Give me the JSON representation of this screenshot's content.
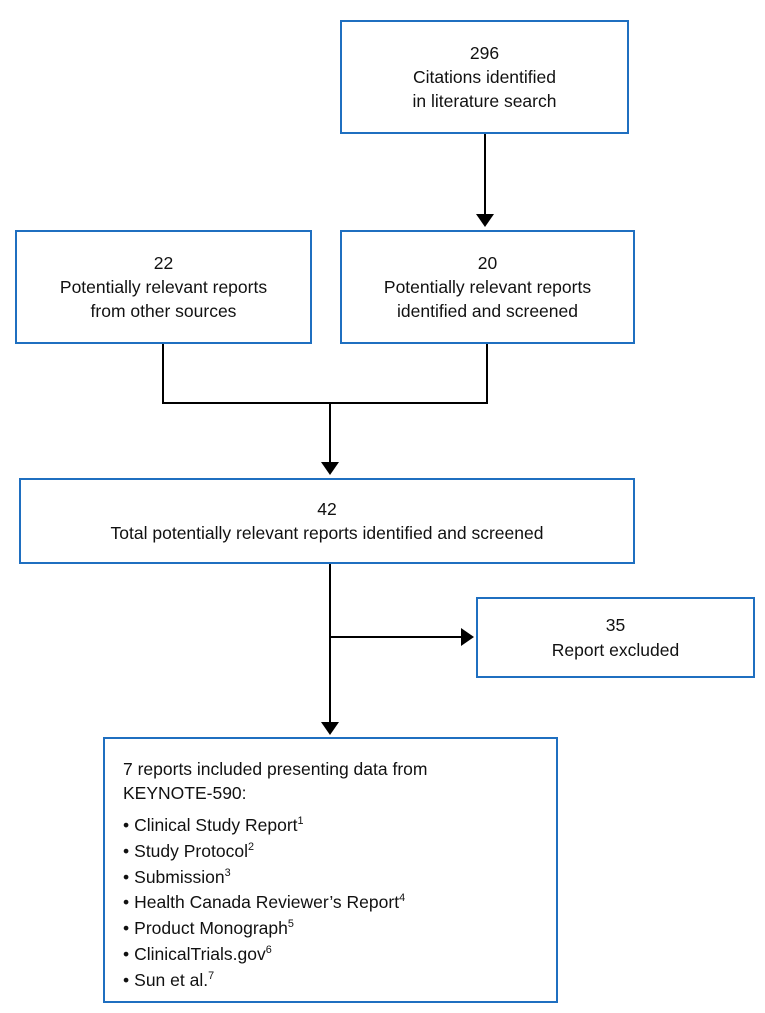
{
  "diagram": {
    "type": "prisma-flow-diagram",
    "accent_color": "#1F6FC0",
    "connector_color": "#000000",
    "background_color": "#FFFFFF",
    "nodes": {
      "citations_identified": {
        "count": "296",
        "line1": "Citations identified",
        "line2": "in literature search"
      },
      "other_sources": {
        "count": "22",
        "line1": "Potentially relevant reports",
        "line2": "from other sources"
      },
      "identified_screened": {
        "count": "20",
        "line1": "Potentially relevant reports",
        "line2": "identified and screened"
      },
      "total_screened": {
        "count": "42",
        "line1": "Total potentially relevant reports identified and screened"
      },
      "excluded": {
        "count": "35",
        "line1": "Report excluded"
      },
      "included": {
        "heading_line1": "7 reports included presenting data from",
        "heading_line2": "KEYNOTE-590:",
        "bullet_char": "•",
        "items": [
          {
            "label": "Clinical Study Report",
            "note": "1"
          },
          {
            "label": "Study Protocol",
            "note": "2"
          },
          {
            "label": "Submission",
            "note": "3"
          },
          {
            "label": "Health Canada Reviewer’s Report",
            "note": "4"
          },
          {
            "label": "Product Monograph",
            "note": "5"
          },
          {
            "label": "ClinicalTrials.gov",
            "note": "6"
          },
          {
            "label": "Sun et al.",
            "note": "7"
          }
        ]
      }
    }
  }
}
